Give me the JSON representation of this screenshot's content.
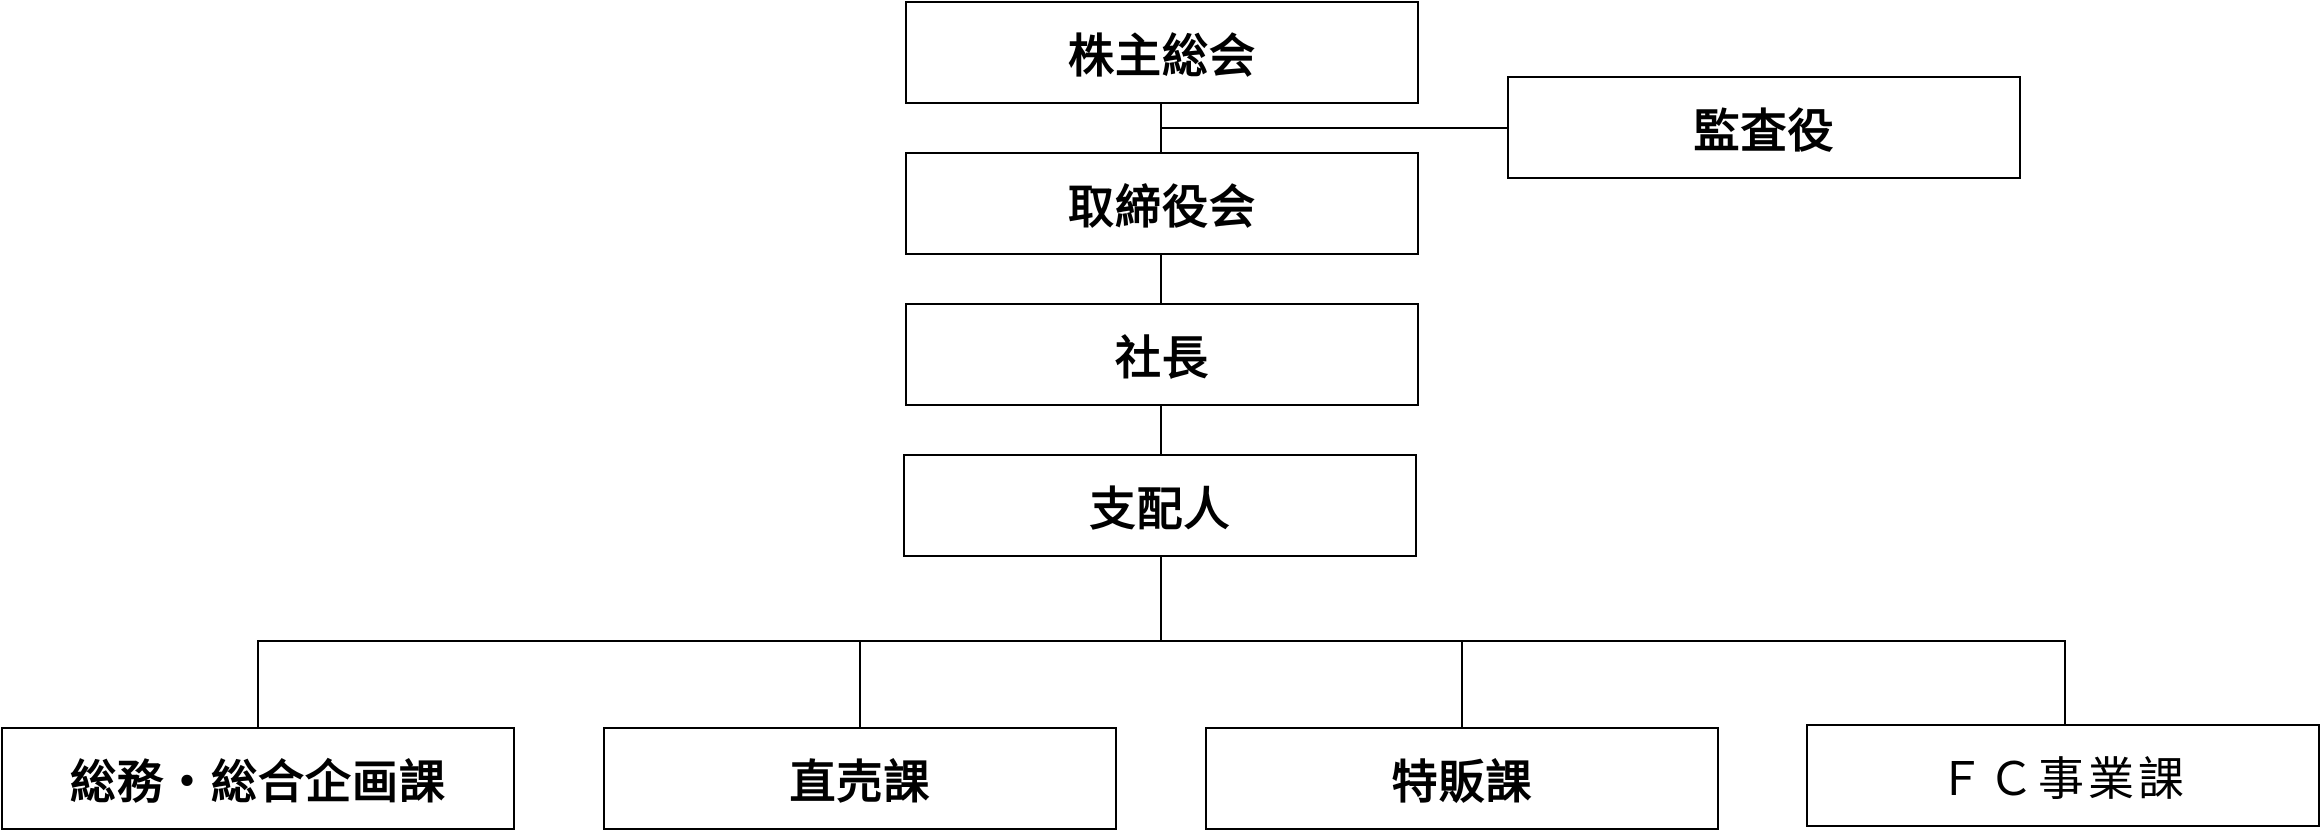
{
  "org_chart": {
    "shareholders_meeting": "株主総会",
    "auditor": "監査役",
    "board_of_directors": "取締役会",
    "president": "社長",
    "manager": "支配人",
    "departments": [
      {
        "label": "総務・総合企画課"
      },
      {
        "label": "直売課"
      },
      {
        "label": "特販課"
      },
      {
        "label": "ＦＣ事業課"
      }
    ]
  },
  "colors": {
    "line": "#000000",
    "box_border": "#000000",
    "box_fill": "#ffffff",
    "text": "#000000"
  }
}
